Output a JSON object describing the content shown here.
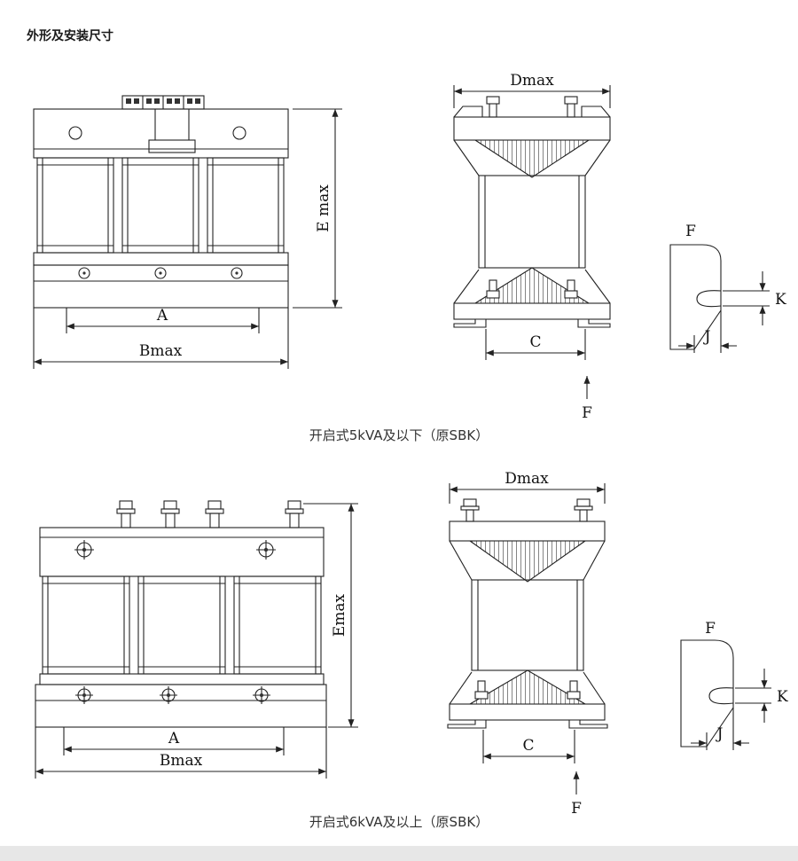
{
  "page": {
    "title": "外形及安装尺寸"
  },
  "figures": [
    {
      "caption": "开启式5kVA及以下（原SBK）",
      "dims": {
        "a": "A",
        "bmax": "Bmax",
        "emax": "E max",
        "dmax": "Dmax",
        "c": "C",
        "f_side": "F",
        "f_detail": "F",
        "j": "J",
        "k": "K"
      }
    },
    {
      "caption": "开启式6kVA及以上（原SBK）",
      "dims": {
        "a": "A",
        "bmax": "Bmax",
        "emax": "Emax",
        "dmax": "Dmax",
        "c": "C",
        "f_side": "F",
        "f_detail": "F",
        "j": "J",
        "k": "K"
      }
    }
  ]
}
